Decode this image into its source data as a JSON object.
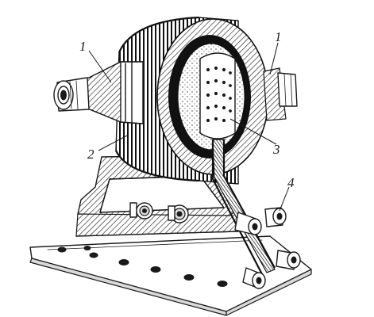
{
  "callouts": [
    {
      "id": "c1a",
      "text": "1"
    },
    {
      "id": "c1b",
      "text": "1"
    },
    {
      "id": "c2",
      "text": "2"
    },
    {
      "id": "c3",
      "text": "3"
    },
    {
      "id": "c4",
      "text": "4"
    }
  ]
}
